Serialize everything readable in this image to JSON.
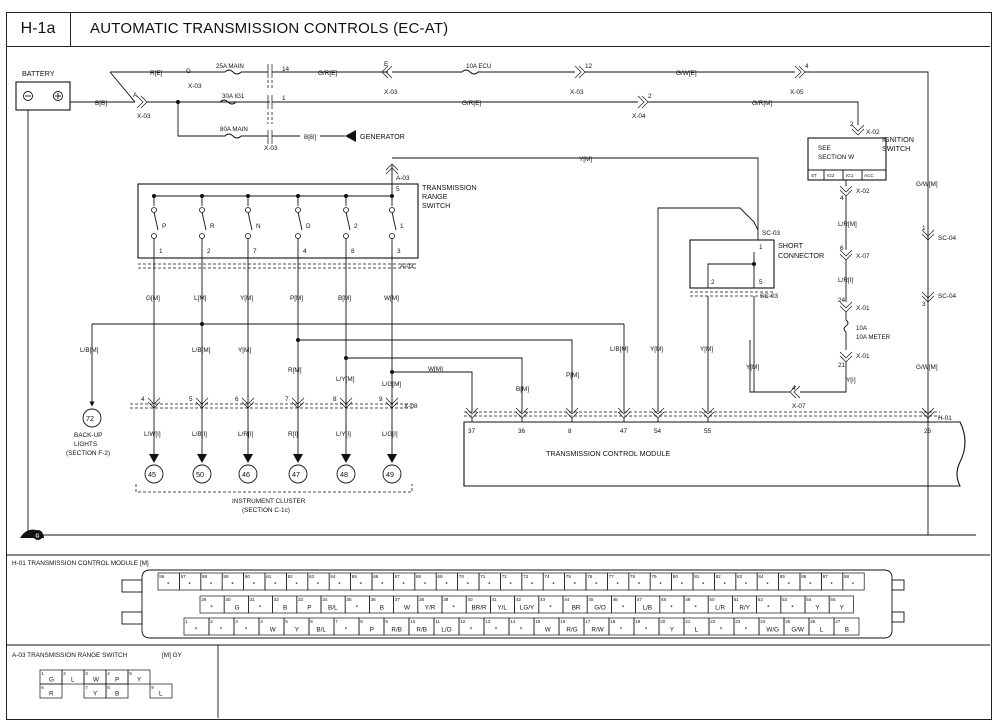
{
  "header": {
    "code": "H-1a",
    "title": "AUTOMATIC TRANSMISSION CONTROLS (EC-AT)"
  },
  "battery": {
    "label": "BATTERY"
  },
  "fuses": [
    {
      "label": "25A MAIN"
    },
    {
      "label": "30A IG1"
    },
    {
      "label": "80A MAIN"
    },
    {
      "label": "10A ECU"
    },
    {
      "label": "10A METER"
    }
  ],
  "wire_labels": {
    "rE": "R[E]",
    "bB": "B[B]",
    "gWire": "G",
    "grE": "G/R[E]",
    "eWire": "E",
    "gwE": "G/W[E]",
    "grE2": "G/R[E]",
    "grM": "G/R[M]",
    "bB2": "B[B]",
    "ym": "Y[M]",
    "gwM": "G/W[M]",
    "gwM2": "G/W[M]",
    "lrM": "L/R[M]",
    "lrI": "L/R[I]",
    "yI": "Y[I]"
  },
  "connectors": {
    "x03": "X-03",
    "x04": "X-04",
    "x05": "X-05",
    "x02": "X-02",
    "x07": "X-07",
    "x01": "X-01",
    "x08": "X-08",
    "a03": "A-03",
    "sc03": "SC-03",
    "sc04": "SC-04",
    "h01": "H-01",
    "pA": "A",
    "p14": "14",
    "p1": "1",
    "p12": "12",
    "p4": "4",
    "p2": "2",
    "p5": "5",
    "p6": "6",
    "p24": "24",
    "p21": "21",
    "p3": "3"
  },
  "generator": {
    "label": "GENERATOR"
  },
  "ignition_switch": {
    "label_line1": "IGNITION",
    "label_line2": "SWITCH",
    "see1": "SEE",
    "see2": "SECTION W",
    "positions": [
      "ST",
      "IG2",
      "IG1",
      "ACC"
    ]
  },
  "trs": {
    "label_line1": "TRANSMISSION",
    "label_line2": "RANGE",
    "label_line3": "SWITCH",
    "contacts": [
      "P",
      "R",
      "N",
      "D",
      "2",
      "1"
    ],
    "pins": [
      "1",
      "2",
      "7",
      "4",
      "8",
      "3"
    ],
    "wires": [
      "G[M]",
      "L[M]",
      "Y[M]",
      "P[M]",
      "B[M]",
      "W[M]"
    ]
  },
  "short_connector": {
    "label_line1": "SHORT",
    "label_line2": "CONNECTOR",
    "pins": [
      "1",
      "2",
      "5"
    ]
  },
  "backup": {
    "circle": "72",
    "line1": "BACK-UP",
    "line2": "LIGHTS",
    "line3": "(SECTION F-2)",
    "wire": "L/B[M]"
  },
  "cluster": {
    "wires_mid": [
      "L/B[M]",
      "Y[M]",
      "R[M]",
      "L/Y[M]",
      "L/G[M]"
    ],
    "pins": [
      "4",
      "5",
      "6",
      "7",
      "8",
      "9"
    ],
    "wires_low": [
      "L/W[I]",
      "L/B[I]",
      "L/R[I]",
      "R[I]",
      "L/Y[I]",
      "L/G[I]"
    ],
    "circles": [
      "45",
      "50",
      "46",
      "47",
      "48",
      "49"
    ],
    "line1": "INSTRUMENT CLUSTER",
    "line2": "(SECTION C-1c)"
  },
  "tcm": {
    "label": "TRANSMISSION CONTROL MODULE",
    "pins": [
      "37",
      "36",
      "8",
      "47",
      "54",
      "55",
      "26"
    ],
    "wires": [
      "W[M]",
      "B[M]",
      "P[M]",
      "L/B[M]",
      "Y[M]",
      "Y[M]",
      "Y[M]"
    ]
  },
  "h01": {
    "title": "H-01  TRANSMISSION CONTROL MODULE  [M]",
    "row1": [
      [
        "56",
        "*"
      ],
      [
        "57",
        "*"
      ],
      [
        "58",
        "*"
      ],
      [
        "59",
        "*"
      ],
      [
        "60",
        "*"
      ],
      [
        "61",
        "*"
      ],
      [
        "62",
        "*"
      ],
      [
        "63",
        "*"
      ],
      [
        "64",
        "*"
      ],
      [
        "65",
        "*"
      ],
      [
        "66",
        "*"
      ],
      [
        "67",
        "*"
      ],
      [
        "68",
        "*"
      ],
      [
        "69",
        "*"
      ],
      [
        "70",
        "*"
      ],
      [
        "71",
        "*"
      ],
      [
        "72",
        "*"
      ],
      [
        "73",
        "*"
      ],
      [
        "74",
        "*"
      ],
      [
        "75",
        "*"
      ],
      [
        "76",
        "*"
      ],
      [
        "77",
        "*"
      ],
      [
        "78",
        "*"
      ],
      [
        "79",
        "*"
      ],
      [
        "80",
        "*"
      ],
      [
        "81",
        "*"
      ],
      [
        "82",
        "*"
      ],
      [
        "83",
        "*"
      ],
      [
        "84",
        "*"
      ],
      [
        "85",
        "*"
      ],
      [
        "86",
        "*"
      ],
      [
        "87",
        "*"
      ],
      [
        "88",
        "*"
      ]
    ],
    "row2": [
      [
        "29",
        "*"
      ],
      [
        "30",
        "G"
      ],
      [
        "31",
        "*"
      ],
      [
        "32",
        "B"
      ],
      [
        "33",
        "P"
      ],
      [
        "34",
        "B/L"
      ],
      [
        "35",
        "*"
      ],
      [
        "36",
        "B"
      ],
      [
        "37",
        "W"
      ],
      [
        "38",
        "Y/R"
      ],
      [
        "39",
        "*"
      ],
      [
        "40",
        "BR/R"
      ],
      [
        "41",
        "Y/L"
      ],
      [
        "42",
        "LG/Y"
      ],
      [
        "43",
        "*"
      ],
      [
        "44",
        "BR"
      ],
      [
        "45",
        "G/O"
      ],
      [
        "46",
        "*"
      ],
      [
        "47",
        "L/B"
      ],
      [
        "48",
        "*"
      ],
      [
        "49",
        "*"
      ],
      [
        "50",
        "L/R"
      ],
      [
        "51",
        "R/Y"
      ],
      [
        "52",
        "*"
      ],
      [
        "53",
        "*"
      ],
      [
        "54",
        "Y"
      ],
      [
        "55",
        "Y"
      ]
    ],
    "row3": [
      [
        "1",
        "*"
      ],
      [
        "2",
        "*"
      ],
      [
        "3",
        "*"
      ],
      [
        "4",
        "W"
      ],
      [
        "5",
        "Y"
      ],
      [
        "6",
        "B/L"
      ],
      [
        "7",
        "*"
      ],
      [
        "8",
        "P"
      ],
      [
        "9",
        "R/B"
      ],
      [
        "10",
        "R/B"
      ],
      [
        "11",
        "L/O"
      ],
      [
        "12",
        "*"
      ],
      [
        "13",
        "*"
      ],
      [
        "14",
        "*"
      ],
      [
        "15",
        "W"
      ],
      [
        "16",
        "R/G"
      ],
      [
        "17",
        "R/W"
      ],
      [
        "18",
        "*"
      ],
      [
        "19",
        "*"
      ],
      [
        "20",
        "Y"
      ],
      [
        "21",
        "L"
      ],
      [
        "22",
        "*"
      ],
      [
        "23",
        "*"
      ],
      [
        "24",
        "W/G"
      ],
      [
        "25",
        "G/W"
      ],
      [
        "26",
        "L"
      ],
      [
        "27",
        "B"
      ]
    ]
  },
  "a03": {
    "title": "A-03  TRANSMISSION RANGE SWITCH",
    "spec": "[M] GY",
    "row1": [
      [
        "1",
        "G"
      ],
      [
        "2",
        "L"
      ],
      [
        "3",
        "W"
      ],
      [
        "4",
        "P"
      ],
      [
        "5",
        "Y"
      ]
    ],
    "row2": [
      [
        "6",
        "R"
      ],
      [
        "7",
        "Y"
      ],
      [
        "8",
        "B"
      ],
      [
        "9",
        "L"
      ]
    ]
  },
  "ground": {
    "label": "G"
  }
}
